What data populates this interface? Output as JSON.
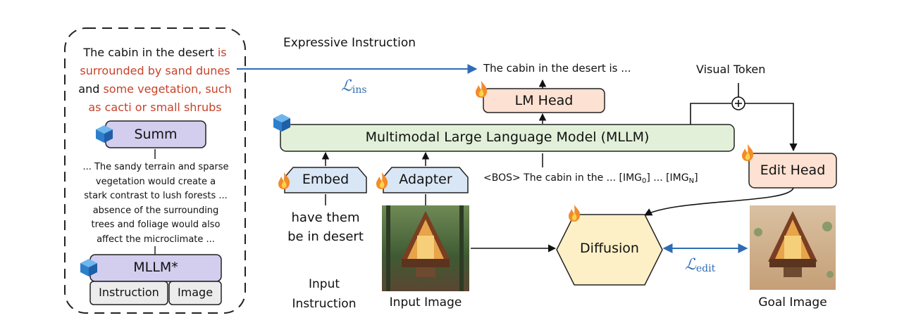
{
  "left_panel": {
    "caption_plain": "The cabin in the desert",
    "caption_red_1": "is",
    "caption_red_2": "surrounded by sand dunes",
    "caption_plain_2": "and",
    "caption_red_3": "some vegetation, such",
    "caption_red_4": "as cacti or small shrubs",
    "summ_label": "Summ",
    "reasoning_lines": [
      "... The sandy terrain and sparse",
      "vegetation would create a",
      "stark contrast to lush forests ...",
      "absence of the surrounding",
      "trees and foliage would also",
      "affect the microclimate ..."
    ],
    "mllm_star_label": "MLLM*",
    "instruction_label": "Instruction",
    "image_label": "Image"
  },
  "main": {
    "expressive_instruction": "Expressive Instruction",
    "loss_ins_main": "ℒ",
    "loss_ins_sub": "ins",
    "output_text": "The cabin in the desert is ...",
    "visual_token": "Visual Token",
    "lm_head": "LM Head",
    "mllm_label": "Multimodal Large Language Model (MLLM)",
    "embed": "Embed",
    "adapter": "Adapter",
    "sequence_text": "<BOS> The cabin in the ...  [IMG",
    "seq_sub_0": "0",
    "seq_mid": "] ... [IMG",
    "seq_sub_n": "N",
    "seq_end": "]",
    "edit_head": "Edit Head",
    "instruction_line1": "have them",
    "instruction_line2": "be in desert",
    "input_instruction_line1": "Input",
    "input_instruction_line2": "Instruction",
    "input_image": "Input Image",
    "diffusion": "Diffusion",
    "loss_edit_main": "ℒ",
    "loss_edit_sub": "edit",
    "goal_image": "Goal Image",
    "plus": "+"
  }
}
